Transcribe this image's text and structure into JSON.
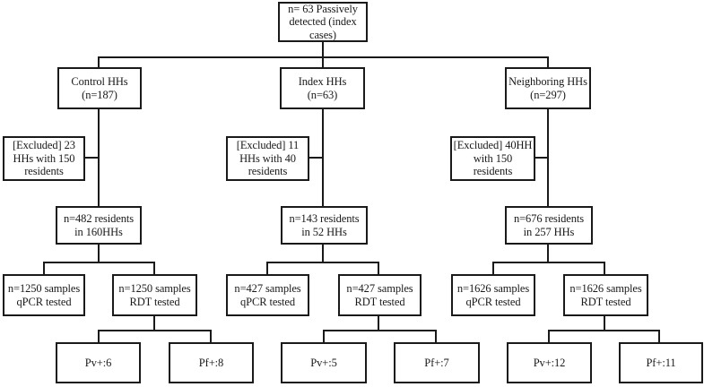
{
  "figure": {
    "type": "study-flow-diagram",
    "root_label": "n= 63 Passively\ndetected (index\ncases)"
  },
  "arms": [
    {
      "name": "control",
      "group": "Control HHs\n(n=187)",
      "excluded": "[Excluded] 23\nHHs with 150\nresidents",
      "residents": "n=482 residents\nin 160HHs",
      "qpcr": "n=1250 samples\nqPCR tested",
      "rdt": "n=1250 samples\nRDT tested",
      "pv": "Pv+:6",
      "pf": "Pf+:8"
    },
    {
      "name": "index",
      "group": "Index HHs\n(n=63)",
      "excluded": "[Excluded] 11\nHHs with 40\nresidents",
      "residents": "n=143 residents\nin 52 HHs",
      "qpcr": "n=427 samples\nqPCR tested",
      "rdt": "n=427 samples\nRDT tested",
      "pv": "Pv+:5",
      "pf": "Pf+:7"
    },
    {
      "name": "neighboring",
      "group": "Neighboring HHs\n(n=297)",
      "excluded": "[Excluded] 40HH\nwith 150\nresidents",
      "residents": "n=676 residents\nin 257 HHs",
      "qpcr": "n=1626 samples\nqPCR tested",
      "rdt": "n=1626 samples\nRDT tested",
      "pv": "Pv+:12",
      "pf": "Pf+:11"
    }
  ],
  "colors": {
    "border": "#1a1a1a",
    "text": "#1a1a1a",
    "background": "#ffffff"
  }
}
